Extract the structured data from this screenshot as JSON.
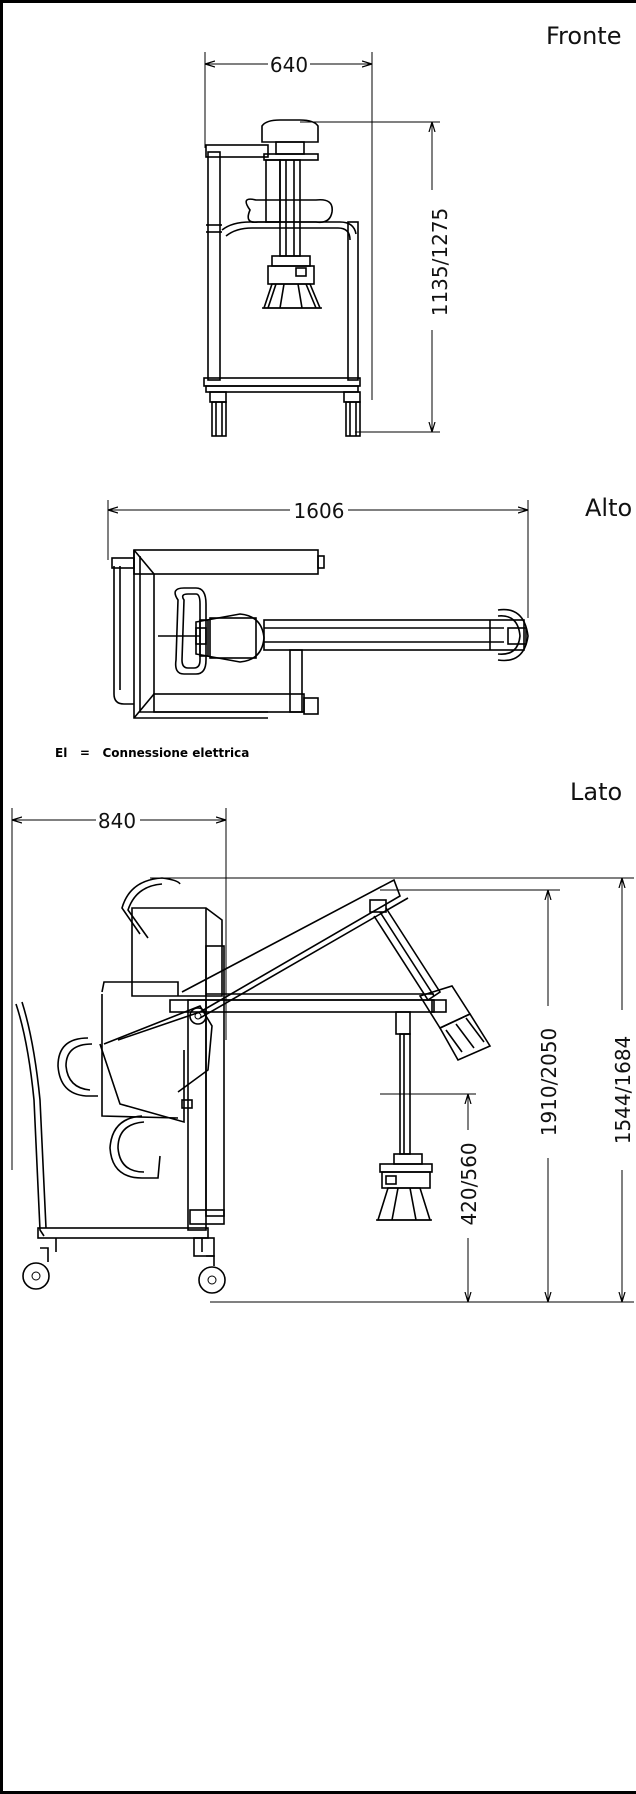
{
  "views": {
    "front": "Fronte",
    "top": "Alto",
    "side": "Lato"
  },
  "legend": {
    "code": "El",
    "equals": "=",
    "text": "Connessione elettrica"
  },
  "dimensions": {
    "front_width": "640",
    "front_height": "1135/1275",
    "top_length": "1606",
    "side_depth": "840",
    "side_height_a": "1910/2050",
    "side_height_b": "1544/1684",
    "side_height_c": "420/560"
  }
}
